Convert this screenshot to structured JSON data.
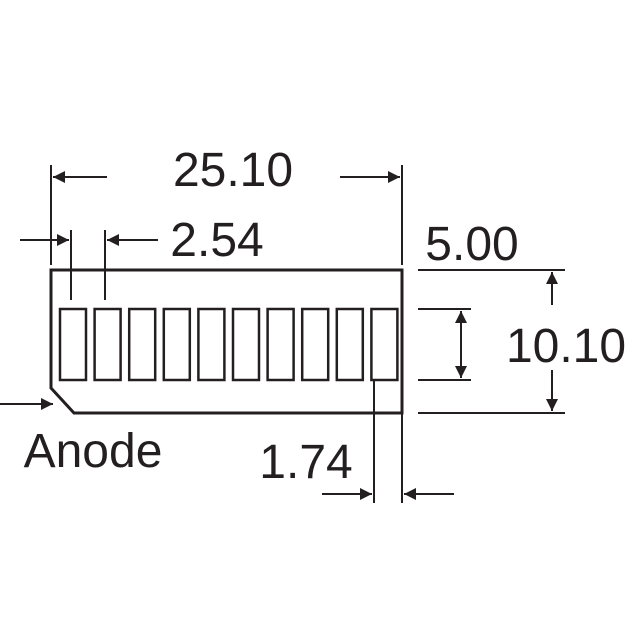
{
  "dimensions": {
    "overall_length": "25.10",
    "pitch": "2.54",
    "segment_height": "5.00",
    "overall_height": "10.10",
    "segment_width": "1.74"
  },
  "labels": {
    "anode": "Anode"
  },
  "drawing": {
    "segment_count": 10,
    "line_color": "#231f20"
  }
}
